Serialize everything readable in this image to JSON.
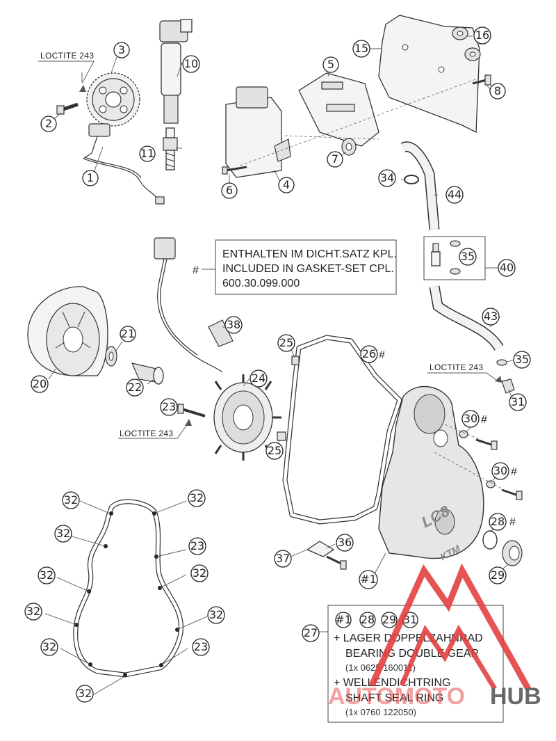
{
  "parts": [
    {
      "id": "p1",
      "num": "1"
    },
    {
      "id": "p2",
      "num": "2"
    },
    {
      "id": "p3",
      "num": "3"
    },
    {
      "id": "p4",
      "num": "4"
    },
    {
      "id": "p5",
      "num": "5"
    },
    {
      "id": "p6",
      "num": "6"
    },
    {
      "id": "p7",
      "num": "7"
    },
    {
      "id": "p8",
      "num": "8"
    },
    {
      "id": "p10",
      "num": "10"
    },
    {
      "id": "p11",
      "num": "11"
    },
    {
      "id": "p15",
      "num": "15"
    },
    {
      "id": "p16",
      "num": "16"
    },
    {
      "id": "p20",
      "num": "20"
    },
    {
      "id": "p21",
      "num": "21"
    },
    {
      "id": "p22",
      "num": "22"
    },
    {
      "id": "p23a",
      "num": "23"
    },
    {
      "id": "p24",
      "num": "24"
    },
    {
      "id": "p25a",
      "num": "25"
    },
    {
      "id": "p25b",
      "num": "25"
    },
    {
      "id": "p26",
      "num": "26"
    },
    {
      "id": "p27",
      "num": "27"
    },
    {
      "id": "p28",
      "num": "28"
    },
    {
      "id": "p29",
      "num": "29"
    },
    {
      "id": "p30a",
      "num": "30"
    },
    {
      "id": "p30b",
      "num": "30"
    },
    {
      "id": "p31",
      "num": "31"
    },
    {
      "id": "p34",
      "num": "34"
    },
    {
      "id": "p35a",
      "num": "35"
    },
    {
      "id": "p35b",
      "num": "35"
    },
    {
      "id": "p36",
      "num": "36"
    },
    {
      "id": "p37",
      "num": "37"
    },
    {
      "id": "p38",
      "num": "38"
    },
    {
      "id": "p40",
      "num": "40"
    },
    {
      "id": "p43",
      "num": "43"
    },
    {
      "id": "p44",
      "num": "44"
    },
    {
      "id": "g32a",
      "num": "32"
    },
    {
      "id": "g32b",
      "num": "32"
    },
    {
      "id": "g32c",
      "num": "32"
    },
    {
      "id": "g32d",
      "num": "32"
    },
    {
      "id": "g32e",
      "num": "32"
    },
    {
      "id": "g32f",
      "num": "32"
    },
    {
      "id": "g32g",
      "num": "32"
    },
    {
      "id": "g32h",
      "num": "32"
    },
    {
      "id": "g23a",
      "num": "23"
    },
    {
      "id": "g23b",
      "num": "23"
    },
    {
      "id": "g23c",
      "num": "23"
    },
    {
      "id": "g23d",
      "num": "23"
    },
    {
      "id": "c1",
      "num": "#1"
    },
    {
      "id": "k1",
      "num": "#1"
    },
    {
      "id": "k28",
      "num": "28"
    },
    {
      "id": "k29",
      "num": "29"
    },
    {
      "id": "k31",
      "num": "31"
    }
  ],
  "hash": "#",
  "loctite": {
    "top_left": "LOCTITE 243",
    "middle": "LOCTITE 243",
    "right": "LOCTITE 243"
  },
  "gasket_note": {
    "line1": "ENTHALTEN IM DICHT.SATZ KPL.",
    "line2": "INCLUDED IN GASKET-SET CPL.",
    "line3": "600.30.099.000"
  },
  "kit_box": {
    "line1": "+ LAGER DOPPELZAHNRAD",
    "line2": "BEARING DOUBLE GEAR",
    "line3": "(1x 0625 160011)",
    "line4": "+ WELLENDICHTRING",
    "line5": "SHAFT SEAL RING",
    "line6": "(1x 0760 122050)"
  },
  "cover_logo": "LC8",
  "cover_brand": "KTM",
  "watermark": {
    "part1": "AUTOMOTO",
    "part2": "HUB",
    "color_red": "#e23c3c",
    "color_gray": "#555555"
  }
}
